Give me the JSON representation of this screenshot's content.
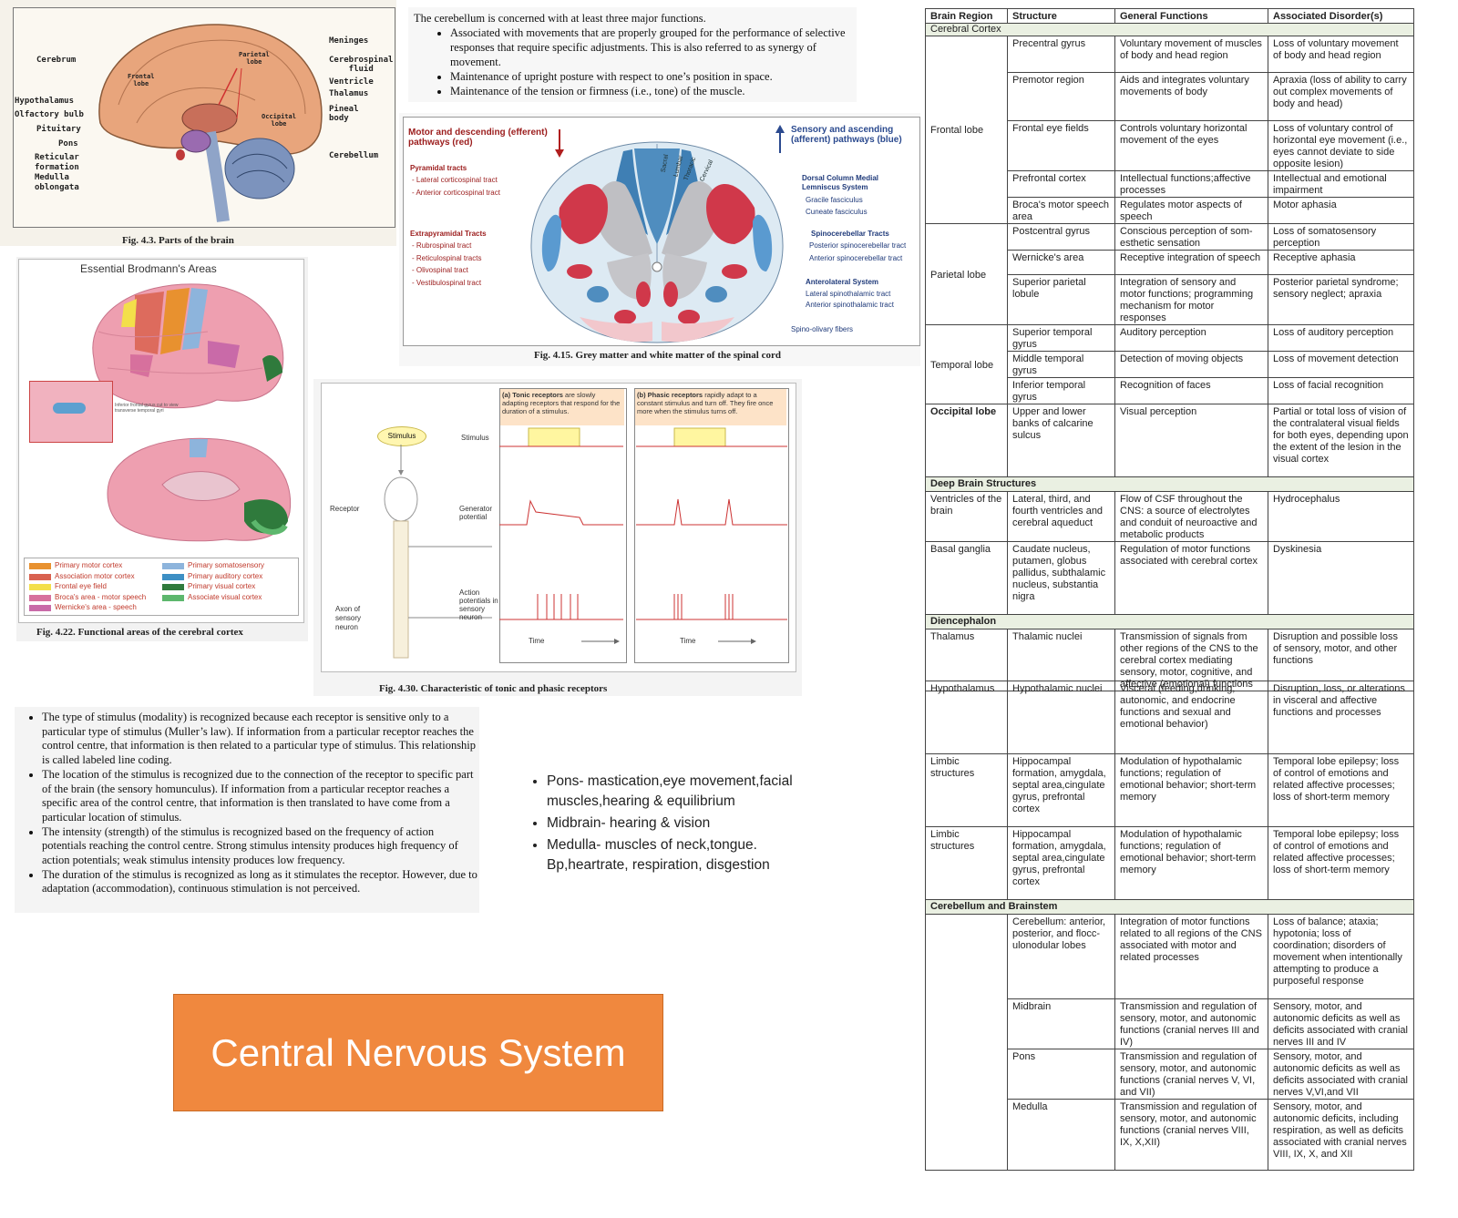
{
  "fig_brain": {
    "caption": "Fig. 4.3.   Parts of the brain",
    "labels_left": [
      "Cerebrum",
      "Hypothalamus",
      "Olfactory bulb",
      "Pituitary",
      "Pons",
      "Reticular",
      "formation",
      "Medulla",
      "oblongata"
    ],
    "labels_right": [
      "Meninges",
      "Cerebrospinal",
      "fluid",
      "Ventricle",
      "Thalamus",
      "Pineal",
      "body",
      "Cerebellum"
    ],
    "labels_inside": [
      "Frontal",
      "lobe",
      "Parietal",
      "lobe",
      "Occipital",
      "lobe"
    ]
  },
  "cerebellum_text": {
    "intro": "The cerebellum is concerned with at least three major functions.",
    "bullets": [
      "Associated with movements that are properly grouped for the performance of selective responses that require specific adjustments. This is also referred to as synergy of movement.",
      "Maintenance of upright posture with respect to one’s position in space.",
      "Maintenance of the tension or firmness (i.e., tone) of the muscle."
    ]
  },
  "fig_spinal": {
    "caption": "Fig. 4.15.   Grey matter and white matter of the spinal cord",
    "motor_heading": "Motor and descending (efferent) pathways   (red)",
    "sensory_heading": "Sensory and ascending (afferent) pathways (blue)",
    "pyramidal_title": "Pyramidal tracts",
    "pyramidal_items": [
      "- Lateral corticospinal tract",
      "- Anterior corticospinal tract"
    ],
    "extrapyramidal_title": "Extrapyramidal Tracts",
    "extrapyramidal_items": [
      "- Rubrospinal tract",
      "- Reticulospinal tracts",
      "- Olivospinal tract",
      "- Vestibulospinal tract"
    ],
    "dorsal_title": "Dorsal Column Medial Lemniscus System",
    "dorsal_items": [
      "Gracile fasciculus",
      "Cuneate fasciculus"
    ],
    "spinocerebellar_title": "Spinocerebellar Tracts",
    "spinocerebellar_items": [
      "Posterior spinocerebellar tract",
      "Anterior spinocerebellar tract"
    ],
    "anterolateral_title": "Anterolateral System",
    "anterolateral_items": [
      "Lateral spinothalamic tract",
      "Anterior spinothalamic tract"
    ],
    "spino_olivary": "Spino-olivary fibers",
    "cord_labels": [
      "Sacral",
      "Lumbar",
      "Thoracic",
      "Cervical"
    ]
  },
  "fig_brodmann": {
    "title": "Essential Brodmann's Areas",
    "caption": "Fig. 4.22.   Functional areas of the cerebral cortex",
    "inset_note": "Inferior frontal gyrus cut to view transverse temporal gyri",
    "legend": [
      {
        "label": "Primary motor cortex",
        "color": "#e8912f"
      },
      {
        "label": "Primary somatosensory",
        "color": "#8db4dc"
      },
      {
        "label": "Association motor cortex",
        "color": "#d9614f"
      },
      {
        "label": "Primary auditory cortex",
        "color": "#3d8fc4"
      },
      {
        "label": "Frontal eye field",
        "color": "#f3df4a"
      },
      {
        "label": "Primary visual cortex",
        "color": "#2f7a3c"
      },
      {
        "label": "Broca's area - motor speech",
        "color": "#d7709d"
      },
      {
        "label": "Associate visual cortex",
        "color": "#5db76d"
      },
      {
        "label": "Wernicke's area - speech",
        "color": "#c96aa8"
      }
    ]
  },
  "fig_receptors": {
    "caption": "Fig. 4.30.   Characteristic of tonic and phasic receptors",
    "tonic_title": "(a) Tonic receptors",
    "tonic_desc": " are slowly adapting receptors that respond for the duration of a stimulus.",
    "phasic_title": "(b) Phasic receptors",
    "phasic_desc": " rapidly adapt to a constant stimulus and turn off. They fire once more when the stimulus turns off.",
    "stimulus_bubble": "Stimulus",
    "row_stimulus": "Stimulus",
    "row_generator": "Generator potential",
    "row_action": "Action potentials in sensory neuron",
    "receptor": "Receptor",
    "axon": "Axon of sensory neuron",
    "time": "Time"
  },
  "stimulus_text": [
    "The type of stimulus (modality) is recognized because each receptor is sensitive only to a particular type of stimulus (Muller’s law).  If information from a particular receptor reaches the control centre, that information is then related to a particular type of stimulus.  This relationship is called labeled line coding.",
    "The location of the stimulus is recognized due to the connection of the receptor to specific part of the brain (the sensory homunculus).  If information from a particular receptor reaches a specific area of the control centre, that information is then translated to have come from a particular location of stimulus.",
    "The intensity (strength) of the stimulus is recognized based on the frequency of action potentials reaching the control centre.  Strong stimulus intensity produces high frequency of action potentials; weak stimulus intensity produces low frequency.",
    " The duration of the stimulus is recognized as long as it stimulates the receptor. However, due to adaptation (accommodation), continuous stimulation is not perceived."
  ],
  "brainstem_notes": [
    "Pons- mastication,eye movement,facial muscles,hearing & equilibrium",
    "Midbrain- hearing & vision",
    "Medulla- muscles of neck,tongue. Bp,heartrate,  respiration,  disgestion"
  ],
  "title": "Central Nervous System",
  "table": {
    "headers": [
      "Brain Region",
      "Structure",
      "General Functions",
      "Associated Disorder(s)"
    ],
    "cerebral_cortex": "Cerebral Cortex",
    "frontal_lobe": "Frontal lobe",
    "frontal_rows": [
      [
        "Precentral gyrus",
        "Voluntary movement of muscles of body and head region",
        "Loss of voluntary movement of body and head region"
      ],
      [
        "Premotor region",
        "Aids and integrates voluntary movements of body",
        "Apraxia (loss of ability to carry out complex movements of body and head)"
      ],
      [
        "Frontal eye fields",
        "Controls voluntary horizontal movement of the eyes",
        "Loss of voluntary control of horizontal eye movement (i.e., eyes cannot deviate to side opposite lesion)"
      ],
      [
        "Prefrontal cortex",
        "Intellectual functions;affective processes",
        "Intellectual and emotional impairment"
      ],
      [
        "Broca's motor speech area",
        "Regulates motor aspects of speech",
        "Motor aphasia"
      ]
    ],
    "parietal_lobe": "Parietal lobe",
    "parietal_rows": [
      [
        "Postcentral gyrus",
        "Conscious perception of som-esthetic sensation",
        "Loss of somatosensory perception"
      ],
      [
        "Wernicke's area",
        "Receptive integration of speech",
        "Receptive aphasia"
      ],
      [
        "Superior parietal lobule",
        "Integration of sensory and motor functions; programming mechanism for motor responses",
        "Posterior parietal syndrome; sensory neglect; apraxia"
      ]
    ],
    "temporal_lobe": "Temporal lobe",
    "temporal_rows": [
      [
        "Superior temporal gyrus",
        "Auditory perception",
        "Loss of auditory perception"
      ],
      [
        "Middle temporal gyrus",
        "Detection of moving objects",
        "Loss of movement detection"
      ],
      [
        "Inferior temporal gyrus",
        "Recognition of faces",
        "Loss of facial recognition"
      ]
    ],
    "occipital_lobe": "Occipital lobe",
    "occipital_row": [
      "Upper and lower banks of calcarine sulcus",
      "Visual perception",
      "Partial or total loss of vision of the contralateral visual fields for both eyes, depending upon the extent of the lesion in the visual cortex"
    ],
    "deep_brain": "Deep Brain Structures",
    "deep_rows": [
      [
        "Ventricles of the brain",
        "Lateral, third, and fourth ventricles and cerebral aqueduct",
        "Flow of CSF throughout the CNS: a source of electrolytes and conduit of neuroactive and metabolic products",
        "Hydrocephalus"
      ],
      [
        "Basal ganglia",
        "Caudate nucleus, putamen, globus pallidus, subthalamic nucleus, substantia nigra",
        "Regulation of motor functions associated with cerebral cortex",
        "Dyskinesia"
      ]
    ],
    "diencephalon": "Diencephalon",
    "dien_row": [
      "Thalamus",
      "Thalamic nuclei",
      "Transmission of signals from other regions of the CNS to the cerebral cortex mediating sensory, motor, cognitive, and affective (emotional) functions",
      "Disruption and possible loss of sensory, motor, and other functions"
    ],
    "part2_rows": [
      [
        "Hypothalamus",
        "Hypothalamic nuclei",
        "Visceral (feeding,drinking, autonomic, and endocrine functions and sexual and emotional behavior)",
        "Disruption, loss, or alterations in visceral and affective functions and processes"
      ],
      [
        "Limbic structures",
        "Hippocampal formation, amygdala, septal area,cingulate gyrus, prefrontal cortex",
        "Modulation of hypothalamic functions; regulation of emotional behavior; short-term memory",
        "Temporal lobe epilepsy; loss of control of emotions and related affective processes; loss of short-term memory"
      ],
      [
        "Limbic structures",
        "Hippocampal formation, amygdala, septal area,cingulate gyrus, prefrontal cortex",
        "Modulation of hypothalamic functions; regulation of emotional behavior; short-term memory",
        "Temporal lobe epilepsy; loss of control of emotions and related affective processes; loss of short-term memory"
      ]
    ],
    "cerebellum_brainstem": "Cerebellum and Brainstem",
    "cb_rows": [
      [
        "Cerebellum: anterior, posterior, and flocc-ulonodular lobes",
        "Integration of motor functions related to all regions of the CNS associated with motor and related processes",
        "Loss of balance; ataxia; hypotonia; loss of coordination; disorders of movement when intentionally attempting to produce a purposeful response"
      ],
      [
        "Midbrain",
        "Transmission and regulation of sensory, motor, and autonomic functions (cranial nerves III and IV)",
        "Sensory, motor, and autonomic deficits as well as deficits associated with cranial nerves III and IV"
      ],
      [
        "Pons",
        "Transmission and regulation of sensory, motor, and autonomic functions (cranial nerves V, VI, and VII)",
        "Sensory, motor, and autonomic deficits as well as deficits associated with cranial nerves V,VI,and VII"
      ],
      [
        "Medulla",
        "Transmission and regulation of sensory, motor, and autonomic functions (cranial nerves VIII, IX, X,XII)",
        "Sensory, motor, and autonomic deficits, including respiration, as well as deficits associated with cranial nerves VIII, IX, X, and XII"
      ]
    ]
  }
}
